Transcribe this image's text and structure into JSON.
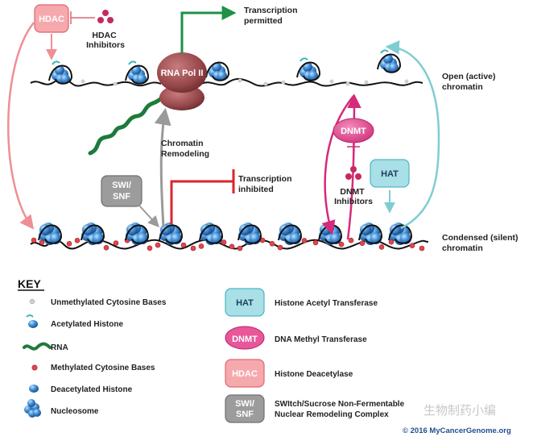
{
  "labels": {
    "transcription_permitted": [
      "Transcription",
      "permitted"
    ],
    "transcription_inhibited": [
      "Transcription",
      "inhibited"
    ],
    "chromatin_remodeling": [
      "Chromatin",
      "Remodeling"
    ],
    "open_chromatin": [
      "Open (active)",
      "chromatin"
    ],
    "condensed_chromatin": [
      "Condensed (silent)",
      "chromatin"
    ],
    "hdac_inhibitors": [
      "HDAC",
      "Inhibitors"
    ],
    "dnmt_inhibitors": [
      "DNMT",
      "Inhibitors"
    ]
  },
  "boxes": {
    "hdac": "HDAC",
    "rna_pol": "RNA Pol II",
    "swi_snf": [
      "SWI/",
      "SNF"
    ],
    "dnmt": "DNMT",
    "hat": "HAT"
  },
  "key": {
    "title": "KEY",
    "left": [
      {
        "icon": "unmethylated-cytosine-icon",
        "text": "Unmethylated Cytosine Bases"
      },
      {
        "icon": "acetylated-histone-icon",
        "text": "Acetylated Histone"
      },
      {
        "icon": "rna-icon",
        "text": "RNA"
      },
      {
        "icon": "methylated-cytosine-icon",
        "text": "Methylated Cytosine Bases"
      },
      {
        "icon": "deacetylated-histone-icon",
        "text": "Deacetylated Histone"
      },
      {
        "icon": "nucleosome-icon",
        "text": "Nucleosome"
      }
    ],
    "right": [
      {
        "label": "HAT",
        "text": [
          "Histone Acetyl Transferase"
        ],
        "color": "#a9dfe6",
        "stroke": "#4eb6c2",
        "shape": "rect"
      },
      {
        "label": "DNMT",
        "text": [
          "DNA Methyl Transferase"
        ],
        "color": "#e8579a",
        "stroke": "#b8286a",
        "shape": "ellipse"
      },
      {
        "label": "HDAC",
        "text": [
          "Histone Deacetylase"
        ],
        "color": "#f6a9ad",
        "stroke": "#e06670",
        "shape": "rect"
      },
      {
        "label": [
          "SWI/",
          "SNF"
        ],
        "text": [
          "SWItch/Sucrose Non-Fermentable",
          "Nuclear Remodeling Complex"
        ],
        "color": "#9c9c9c",
        "stroke": "#6f6f6f",
        "shape": "rect"
      }
    ]
  },
  "copyright": "© 2016 MyCancerGenome.org",
  "watermark": "生物制药小编",
  "colors": {
    "green": "#1e9146",
    "red": "#d9262b",
    "magenta": "#d6297a",
    "teal": "#7fcdd2",
    "gray": "#9a9a9a",
    "pink": "#ee8f95",
    "nucleosome": "#3f8dd1",
    "methyl_dot": "#e2454e",
    "pol": "#944648"
  }
}
